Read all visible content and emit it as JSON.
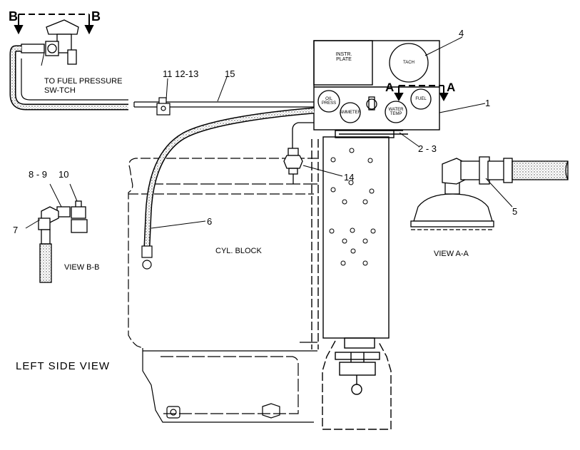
{
  "section_markers": {
    "b_left": "B",
    "b_right": "B",
    "a_left": "A",
    "a_right": "A"
  },
  "labels": {
    "fuel_pressure": "TO FUEL PRESSURE",
    "switch": "SW-TCH",
    "instr_plate": "INSTR.\nPLATE",
    "cyl_block": "CYL. BLOCK",
    "view_bb": "VIEW  B-B",
    "view_aa": "VIEW A-A",
    "left_side_view": "LEFT  SIDE  VIEW"
  },
  "gauges": {
    "tach": "TACH",
    "oil_press": "OIL\nPRESS",
    "ammeter": "AMMETER",
    "water_temp": "WATER\nTEMP",
    "fuel": "FUEL"
  },
  "callouts": {
    "c1": "1",
    "c2_3": "2 - 3",
    "c4": "4",
    "c5": "5",
    "c6": "6",
    "c7": "7",
    "c8_9": "8 - 9",
    "c10": "10",
    "c11_13": "11 12-13",
    "c14": "14",
    "c15": "15"
  },
  "colors": {
    "ink": "#000000",
    "paper": "#ffffff",
    "hatch": "#444444"
  }
}
